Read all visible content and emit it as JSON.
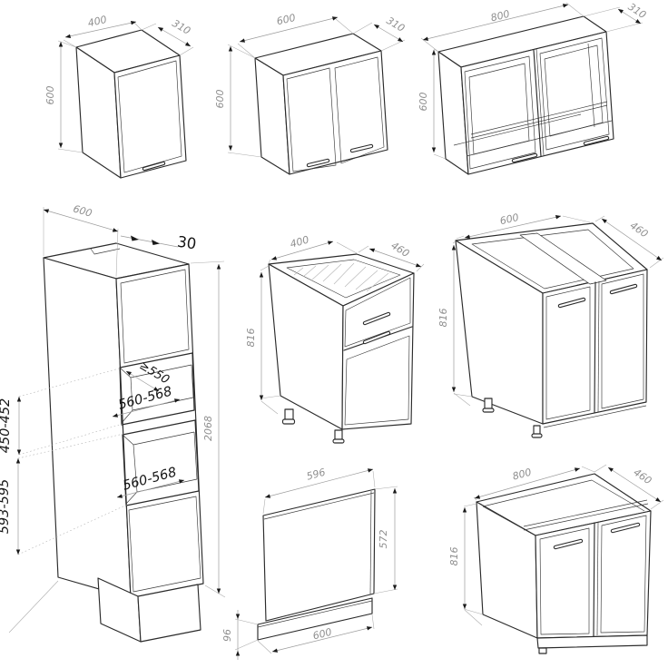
{
  "colors": {
    "background": "#ffffff",
    "outline": "#2b2b2b",
    "dimension_line": "#9c9c9c",
    "dimension_text_gray": "#8f8f8f",
    "dimension_text_black": "#161616"
  },
  "cabinets": {
    "wall_single_door_400": {
      "width": "400",
      "depth": "310",
      "height": "600"
    },
    "wall_double_door_600": {
      "width": "600",
      "depth": "310",
      "height": "600"
    },
    "wall_glass_800": {
      "width": "800",
      "depth": "310",
      "height": "600"
    },
    "tall_oven_housing": {
      "width_top": "600",
      "cornice_gap": "30",
      "niche_depth": "≥550",
      "niche1_width": "560-568",
      "niche1_height": "450-452",
      "niche2_width": "560-568",
      "niche2_height": "593-595",
      "total_height": "2068"
    },
    "base_drawer_door_400": {
      "width": "400",
      "depth": "460",
      "height": "816"
    },
    "base_double_door_600": {
      "width": "600",
      "depth": "460",
      "height": "816"
    },
    "dishwasher_front_panel": {
      "panel_width": "596",
      "panel_height": "572",
      "plinth_height": "96",
      "bottom_width": "600"
    },
    "sink_base_800": {
      "width": "800",
      "depth": "460",
      "height": "816"
    }
  }
}
